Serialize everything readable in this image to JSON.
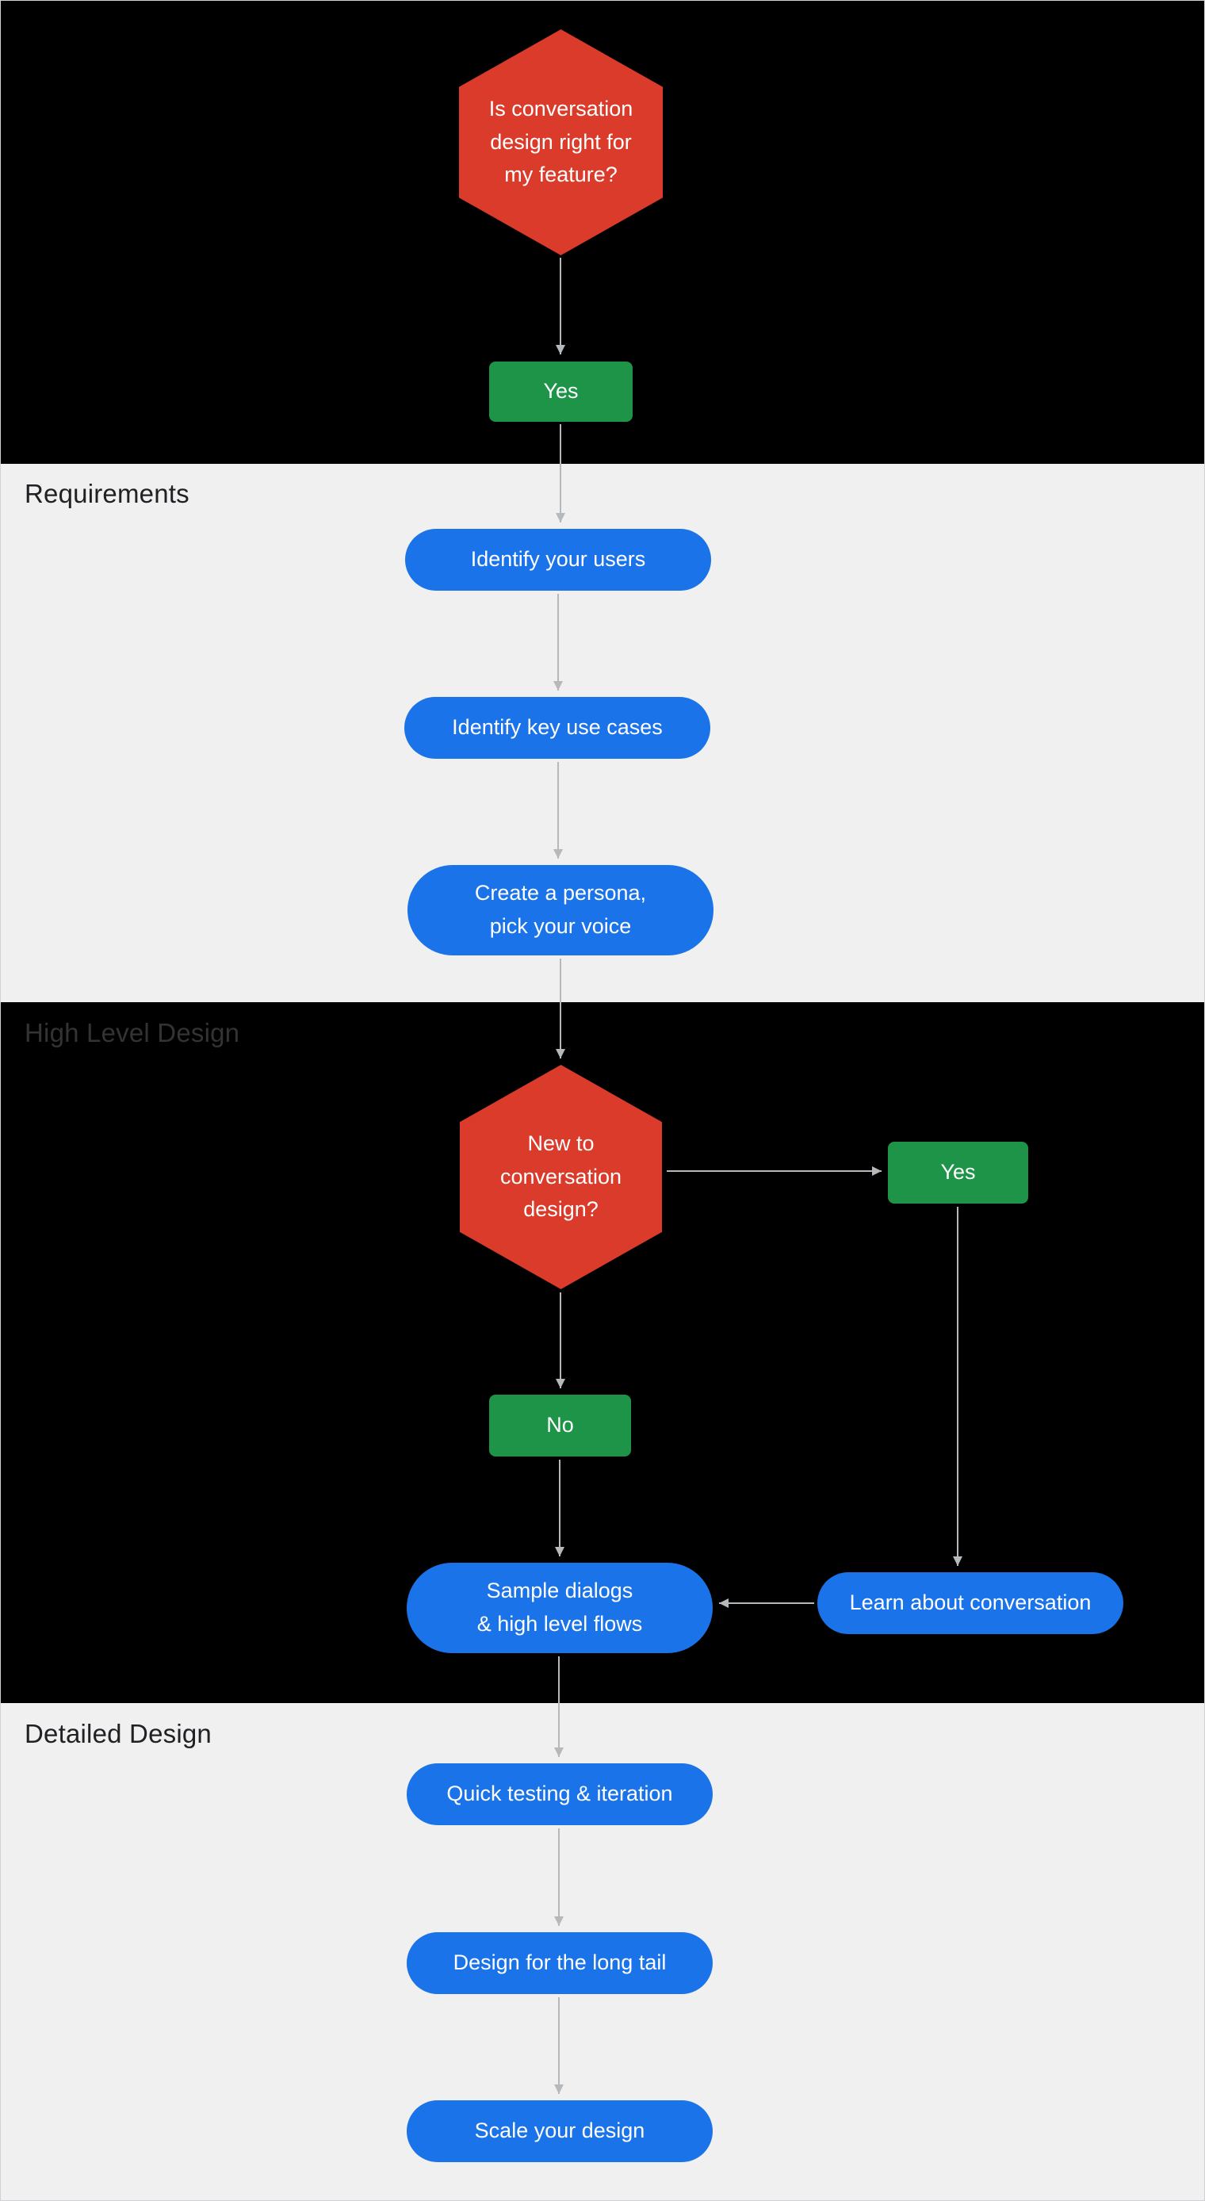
{
  "colors": {
    "band-black": "#000000",
    "band-light": "#f0f0f0",
    "node-red": "#da3b2a",
    "node-green": "#1e9448",
    "node-blue": "#1a73e8",
    "node-text": "#ffffff",
    "arrow": "#b6b9bc",
    "label-dark": "#202124",
    "label-on-black": "#333333",
    "border": "#cfd1d4"
  },
  "diagram": {
    "start": {
      "decision": "Is conversation\ndesign right for\nmy feature?",
      "yes_label": "Yes"
    },
    "requirements": {
      "label": "Requirements",
      "identify_users": "Identify your users",
      "identify_use_cases": "Identify key use cases",
      "create_persona": "Create a persona,\npick your voice"
    },
    "high_level_design": {
      "label": "High Level Design",
      "decision": "New to\nconversation\ndesign?",
      "yes_label": "Yes",
      "no_label": "No",
      "learn": "Learn about conversation",
      "sample_dialogs": "Sample dialogs\n& high level flows"
    },
    "detailed_design": {
      "label": "Detailed Design",
      "quick_testing": "Quick testing & iteration",
      "long_tail": "Design for the long tail",
      "scale": "Scale your design"
    }
  }
}
